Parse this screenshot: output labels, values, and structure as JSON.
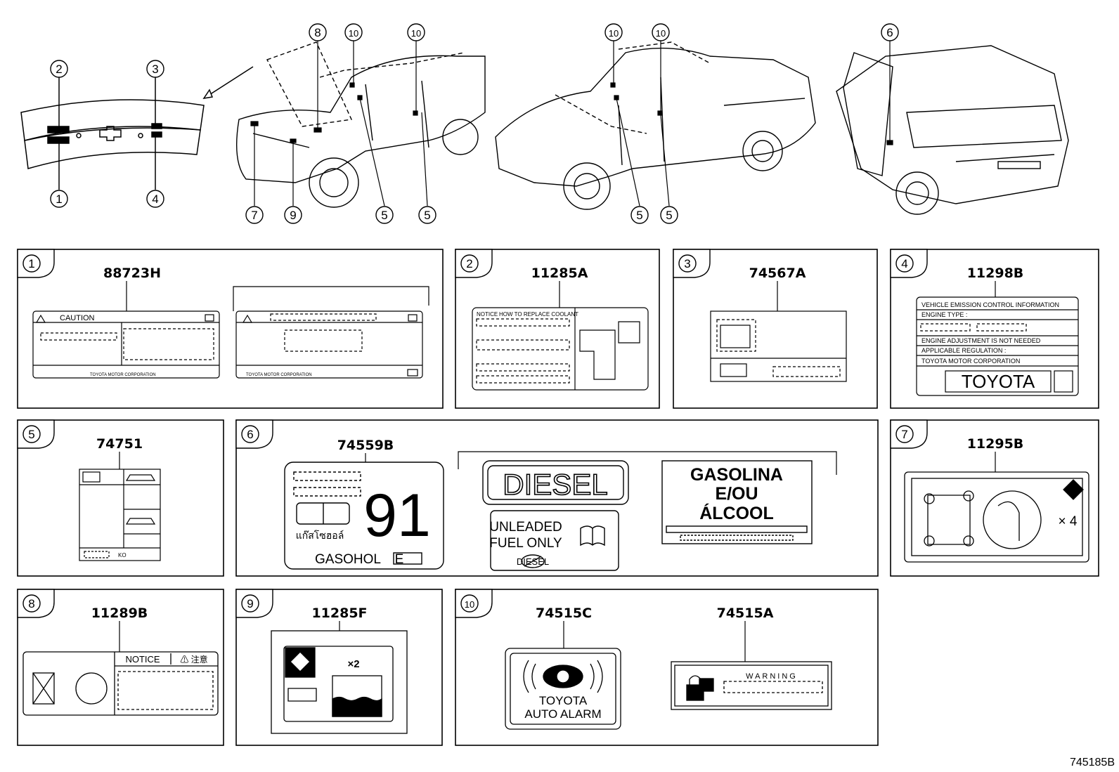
{
  "figure_id": "745185B",
  "callouts": [
    "1",
    "2",
    "3",
    "4",
    "5",
    "6",
    "7",
    "8",
    "9",
    "10"
  ],
  "panels": [
    {
      "num": "1",
      "part": "88723H",
      "texts": [
        "CAUTION",
        "TOYOTA MOTOR CORPORATION",
        "TOYOTA MOTOR CORPORATION"
      ]
    },
    {
      "num": "2",
      "part": "11285A",
      "texts": [
        "NOTICE",
        "HOW TO REPLACE COOLANT"
      ]
    },
    {
      "num": "3",
      "part": "74567A",
      "texts": []
    },
    {
      "num": "4",
      "part": "11298B",
      "texts": [
        "VEHICLE EMISSION CONTROL INFORMATION",
        "ENGINE TYPE :",
        "ENGINE ADJUSTMENT IS NOT NEEDED",
        "APPLICABLE REGULATION :",
        "TOYOTA MOTOR CORPORATION",
        "TOYOTA"
      ]
    },
    {
      "num": "5",
      "part": "74751",
      "texts": [
        "KO"
      ]
    },
    {
      "num": "6",
      "part": "74559B",
      "texts": [
        "91",
        "แก๊สโซฮอล์",
        "GASOHOL",
        "E",
        "DIESEL",
        "UNLEADED",
        "FUEL ONLY",
        "DIESEL",
        "GASOLINA",
        "E/OU",
        "ÁLCOOL"
      ]
    },
    {
      "num": "7",
      "part": "11295B",
      "texts": [
        "× 4"
      ]
    },
    {
      "num": "8",
      "part": "11289B",
      "texts": [
        "NOTICE",
        "⚠ 注意"
      ]
    },
    {
      "num": "9",
      "part": "11285F",
      "texts": [
        "×2"
      ]
    },
    {
      "num": "10",
      "part": "74515C",
      "part2": "74515A",
      "texts": [
        "TOYOTA",
        "AUTO ALARM",
        "WARNING"
      ]
    }
  ]
}
